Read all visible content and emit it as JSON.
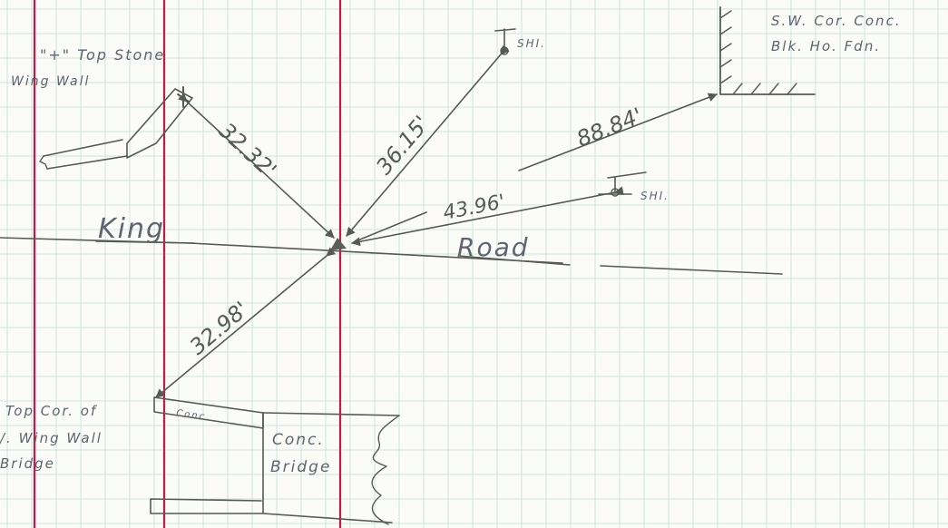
{
  "labels": {
    "top_stone_line1": "\"+\" Top Stone",
    "top_stone_line2": "Wing Wall",
    "sw_corner_line1": "S.W. Cor. Conc.",
    "sw_corner_line2": "Blk. Ho. Fdn.",
    "road_left": "King",
    "road_right": "Road",
    "top_cor_line1": "Top Cor. of",
    "top_cor_line2": "/. Wing Wall",
    "top_cor_line3": "Bridge",
    "bridge_line1": "Conc.",
    "bridge_line2": "Bridge",
    "conc_small": "Conc.",
    "shi_1": "SHI.",
    "shi_2": "SHI."
  },
  "dimensions": {
    "d1": "32.32'",
    "d2": "36.15'",
    "d3": "88.84'",
    "d4": "43.96'",
    "d5": "32.98'"
  },
  "colors": {
    "paper": "#fbfcf8",
    "grid": "#cfe3dc",
    "margin_rule": "#c2184a",
    "ink": "#555a52"
  }
}
